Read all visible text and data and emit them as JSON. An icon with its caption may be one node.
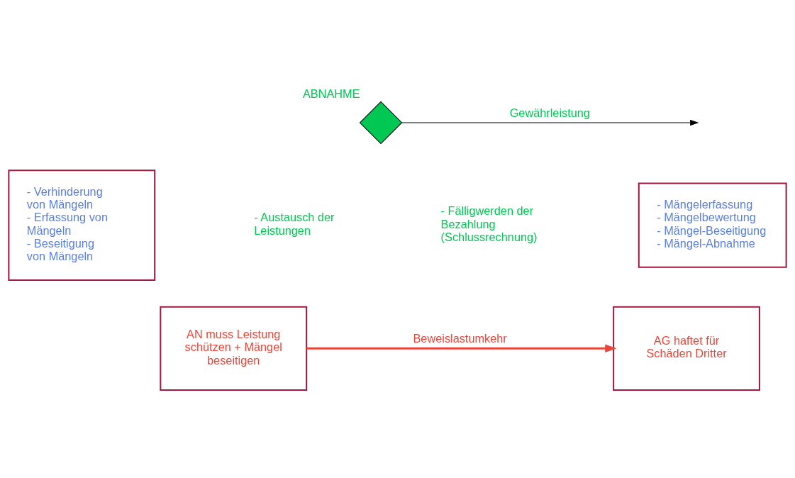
{
  "diagram": {
    "nodes": [
      {
        "text": [
          "ABNAHME"
        ]
      },
      {
        "text": [
          "- Verhinderung von Mängeln",
          "- Erfassung von Mängeln",
          "- Beseitigung von Mängeln"
        ]
      },
      {
        "text": [
          "- Mängelerfassung",
          "- Mängelbewertung",
          "- Mängel-Beseitigung",
          "- Mängel-Abnahme"
        ]
      },
      {
        "text": [
          "AN muss Leistung schützen + Mängel beseitigen"
        ]
      },
      {
        "text": [
          "AG haftet für Schäden Dritter"
        ]
      }
    ],
    "edges": [
      {
        "from": 0,
        "to": null,
        "arrow": "to",
        "label": "Gewährleistung"
      },
      {
        "from": 3,
        "to": 4,
        "arrow": "to",
        "label": "Beweislastumkehr",
        "color": "#e8463a",
        "style": "thick"
      }
    ],
    "labels": [
      "- Austausch der Leistungen",
      "- Fälligwerden der Bezahlung (Schlussrechnung)"
    ]
  }
}
